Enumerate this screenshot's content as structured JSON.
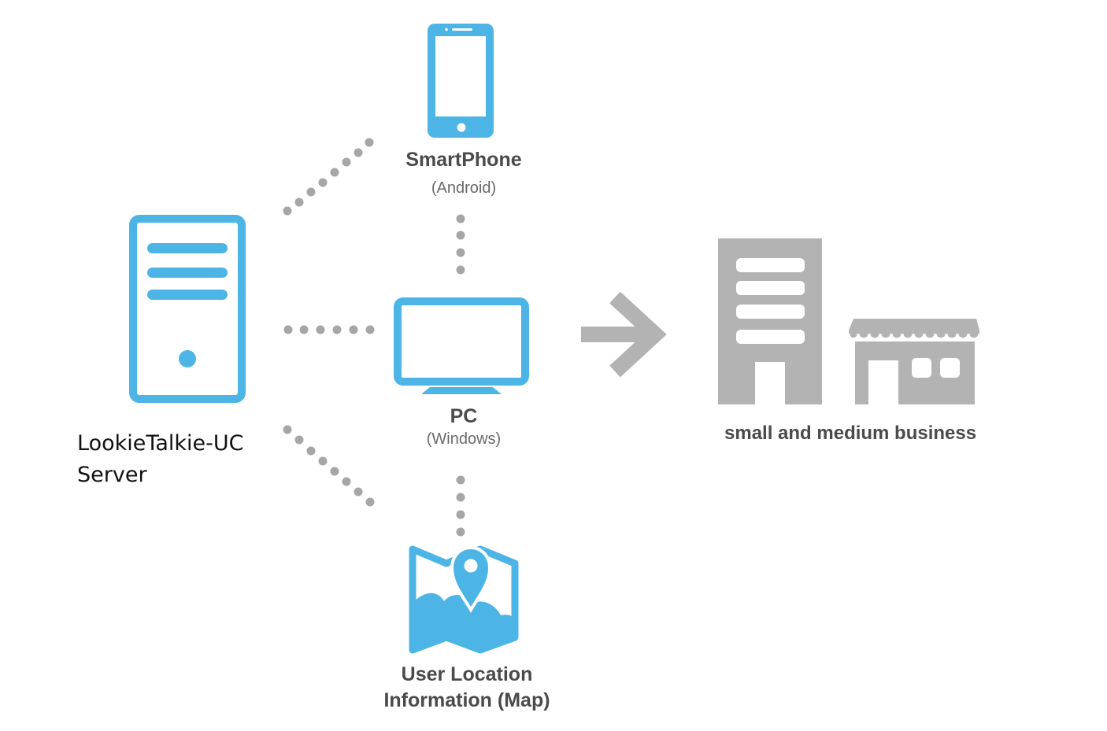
{
  "diagram": {
    "server": {
      "label_line1": "LookieTalkie-UC",
      "label_line2": "Server",
      "icon": "server-tower-icon"
    },
    "smartphone": {
      "title": "SmartPhone",
      "subtitle": "(Android)",
      "icon": "smartphone-icon"
    },
    "pc": {
      "title": "PC",
      "subtitle": "(Windows)",
      "icon": "monitor-icon"
    },
    "map": {
      "title_line1": "User Location",
      "title_line2": "Information (Map)",
      "icon": "map-pin-icon"
    },
    "business": {
      "title": "small and medium business",
      "icons": [
        "office-building-icon",
        "store-icon"
      ]
    },
    "arrow_icon": "right-arrow-icon",
    "colors": {
      "accent_blue": "#4db5e6",
      "gray": "#b3b3b3",
      "dot_gray": "#a6a6a6",
      "label_gray": "#4a4a4a"
    }
  }
}
